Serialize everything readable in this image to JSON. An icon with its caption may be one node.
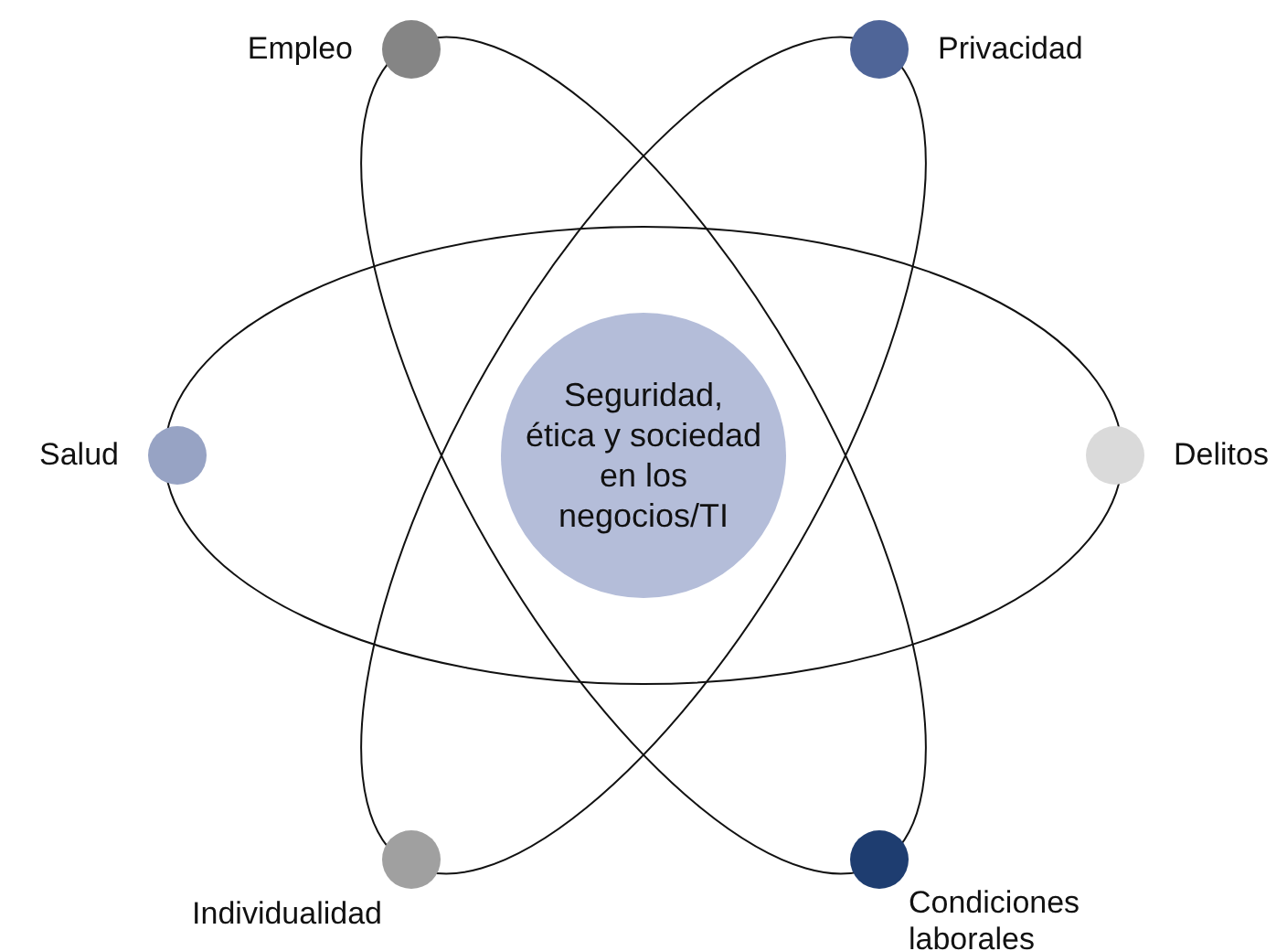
{
  "diagram": {
    "nodes": [
      {
        "text": [
          "Seguridad, ética y sociedad en los negocios/TI"
        ]
      },
      {
        "text": [],
        "shape": "circle",
        "beside": [
          "Empleo"
        ]
      },
      {
        "text": [],
        "shape": "circle",
        "beside": [
          "Privacidad"
        ]
      },
      {
        "text": [],
        "shape": "circle",
        "beside": [
          "Salud"
        ]
      },
      {
        "text": [],
        "shape": "circle",
        "beside": [
          "Delitos"
        ]
      },
      {
        "text": [],
        "shape": "circle",
        "beside": [
          "Individualidad"
        ]
      },
      {
        "text": [],
        "shape": "circle",
        "beside": [
          "Condiciones laborales"
        ]
      }
    ],
    "edges": []
  }
}
